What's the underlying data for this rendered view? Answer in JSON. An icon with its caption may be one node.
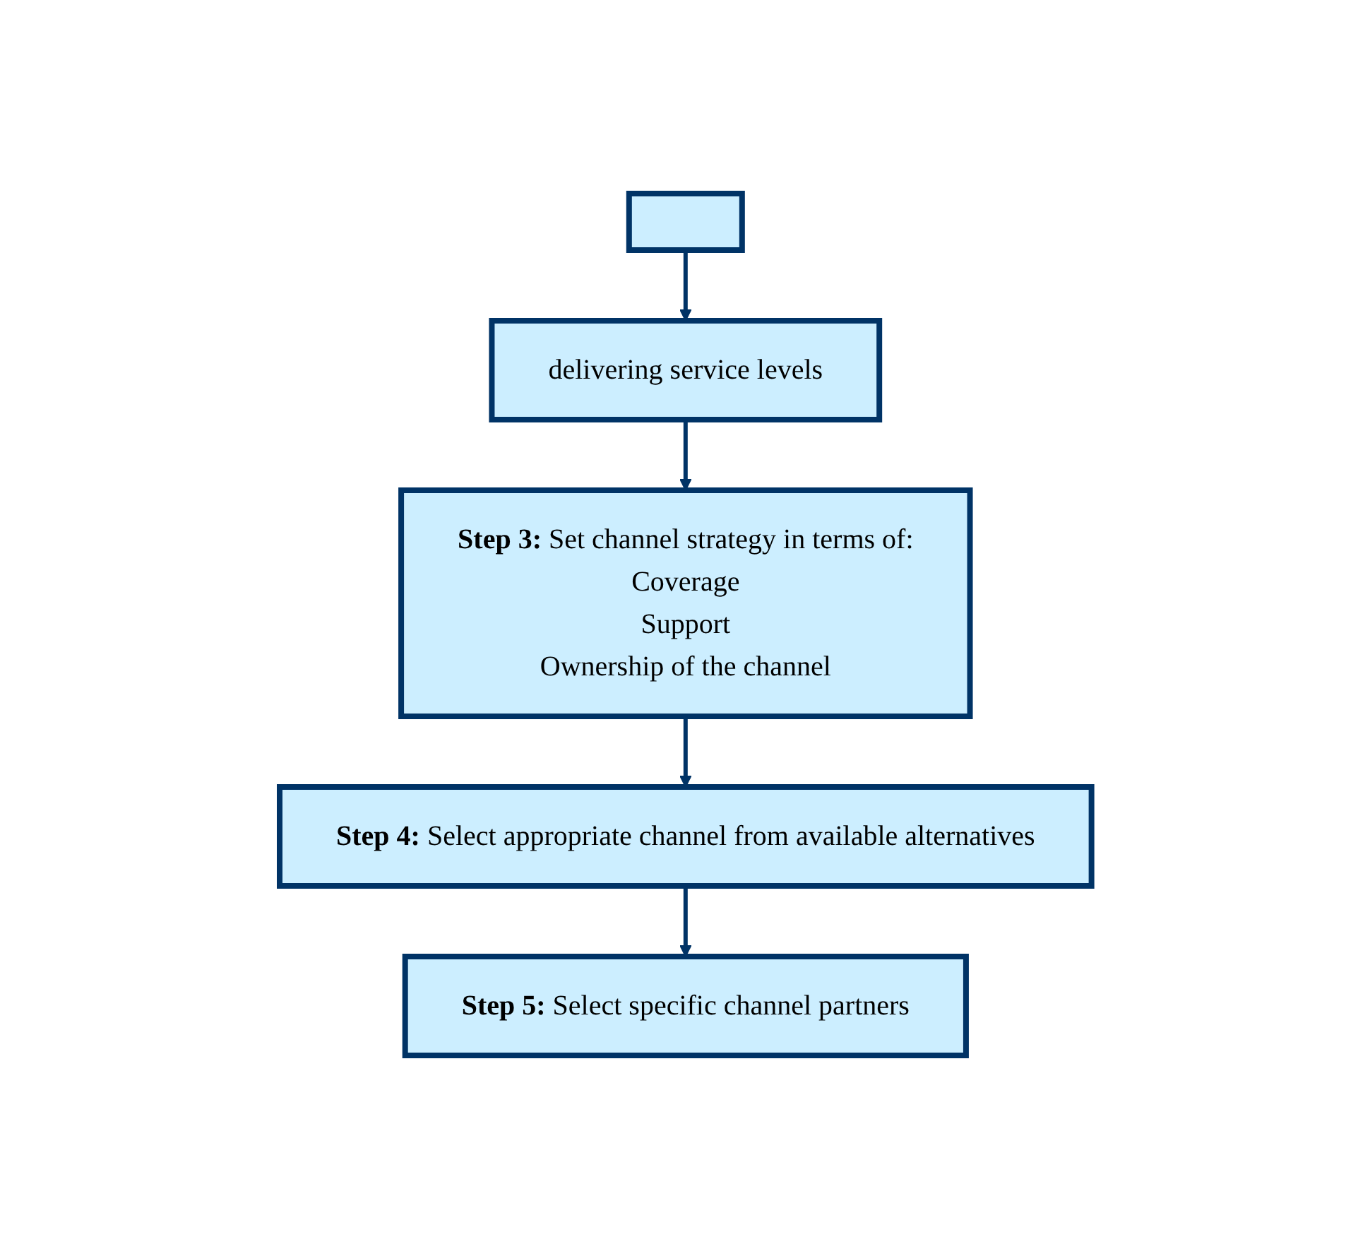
{
  "diagram": {
    "nodes": [
      {
        "text": [],
        "shape": "box"
      },
      {
        "text": [
          "delivering service levels"
        ]
      },
      {
        "text": [
          "**Step 3:** Set channel strategy in terms of:",
          "Coverage",
          "Support",
          "Ownership of the channel"
        ]
      },
      {
        "text": [
          "**Step 4:** Select appropriate channel from available alternatives"
        ]
      },
      {
        "text": [
          "**Step 5:** Select specific channel partners"
        ]
      }
    ],
    "edges": [
      {
        "from": 0,
        "to": 1,
        "arrow": "to"
      },
      {
        "from": 1,
        "to": 2,
        "arrow": "to"
      },
      {
        "from": 2,
        "to": 3,
        "arrow": "to"
      },
      {
        "from": 3,
        "to": 4,
        "arrow": "to"
      }
    ]
  }
}
